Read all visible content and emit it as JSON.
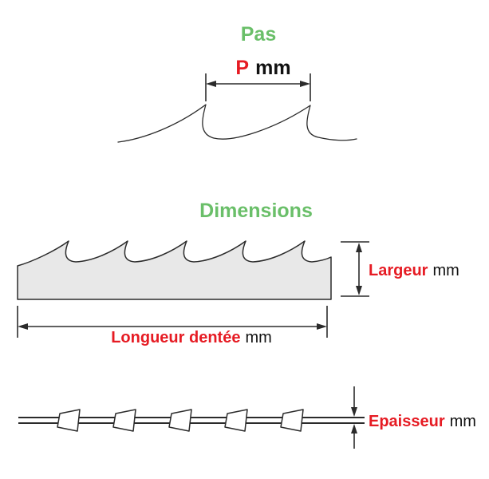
{
  "colors": {
    "title_green": "#6abf69",
    "accent_red": "#e61b23",
    "line": "#2b2b2b",
    "blade_fill": "#e8e8e8"
  },
  "sections": {
    "pas": {
      "title": "Pas",
      "dim_symbol": "P",
      "dim_unit": "mm"
    },
    "dimensions": {
      "title": "Dimensions",
      "largeur_label": "Largeur",
      "largeur_unit": "mm",
      "longueur_label": "Longueur dentée",
      "longueur_unit": "mm"
    },
    "epaisseur": {
      "label": "Epaisseur",
      "unit": "mm"
    }
  }
}
